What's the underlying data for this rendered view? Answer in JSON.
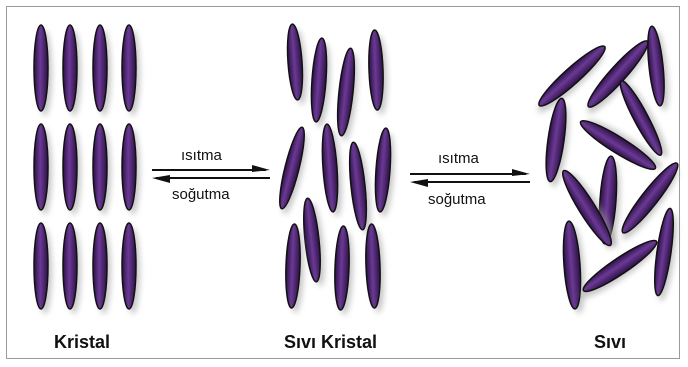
{
  "phases": {
    "solid": "Kristal",
    "liquid_crystal": "Sıvı Kristal",
    "liquid": "Sıvı"
  },
  "arrows": {
    "left": {
      "forward": "ısıtma",
      "backward": "soğutma"
    },
    "right": {
      "forward": "ısıtma",
      "backward": "soğutma"
    }
  },
  "colors": {
    "molecule_fill": "#4b1f6f",
    "molecule_highlight": "#7a47a3",
    "outline": "#111111",
    "shadow": "#9a9a9a"
  }
}
